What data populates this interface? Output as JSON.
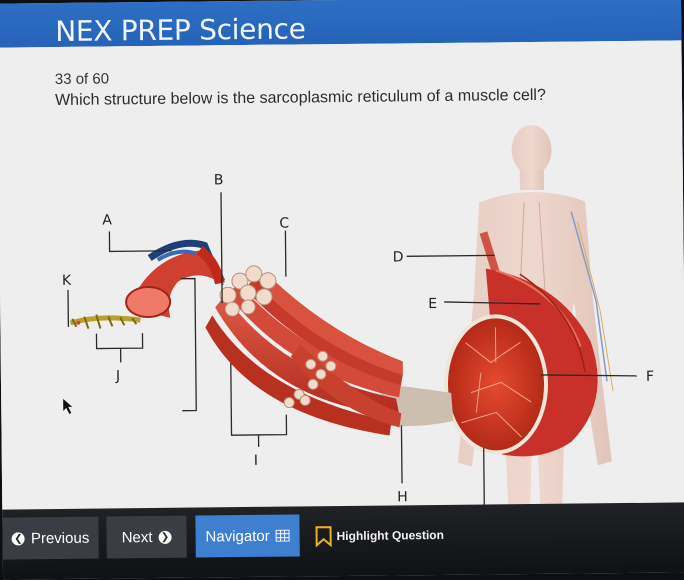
{
  "header": {
    "title": "NEX PREP Science"
  },
  "question": {
    "counter": "33 of 60",
    "text": "Which structure below is the sarcoplasmic reticulum of a muscle cell?"
  },
  "diagram": {
    "labels": {
      "A": "A",
      "B": "B",
      "C": "C",
      "D": "D",
      "E": "E",
      "F": "F",
      "H": "H",
      "I": "I",
      "J": "J",
      "K": "K"
    }
  },
  "footer": {
    "previous_label": "Previous",
    "next_label": "Next",
    "navigator_label": "Navigator",
    "highlight_label": "Highlight Question"
  },
  "colors": {
    "header": "#2563b8",
    "navigator_button": "#3e7fd0",
    "highlight_icon": "#e8b323"
  }
}
